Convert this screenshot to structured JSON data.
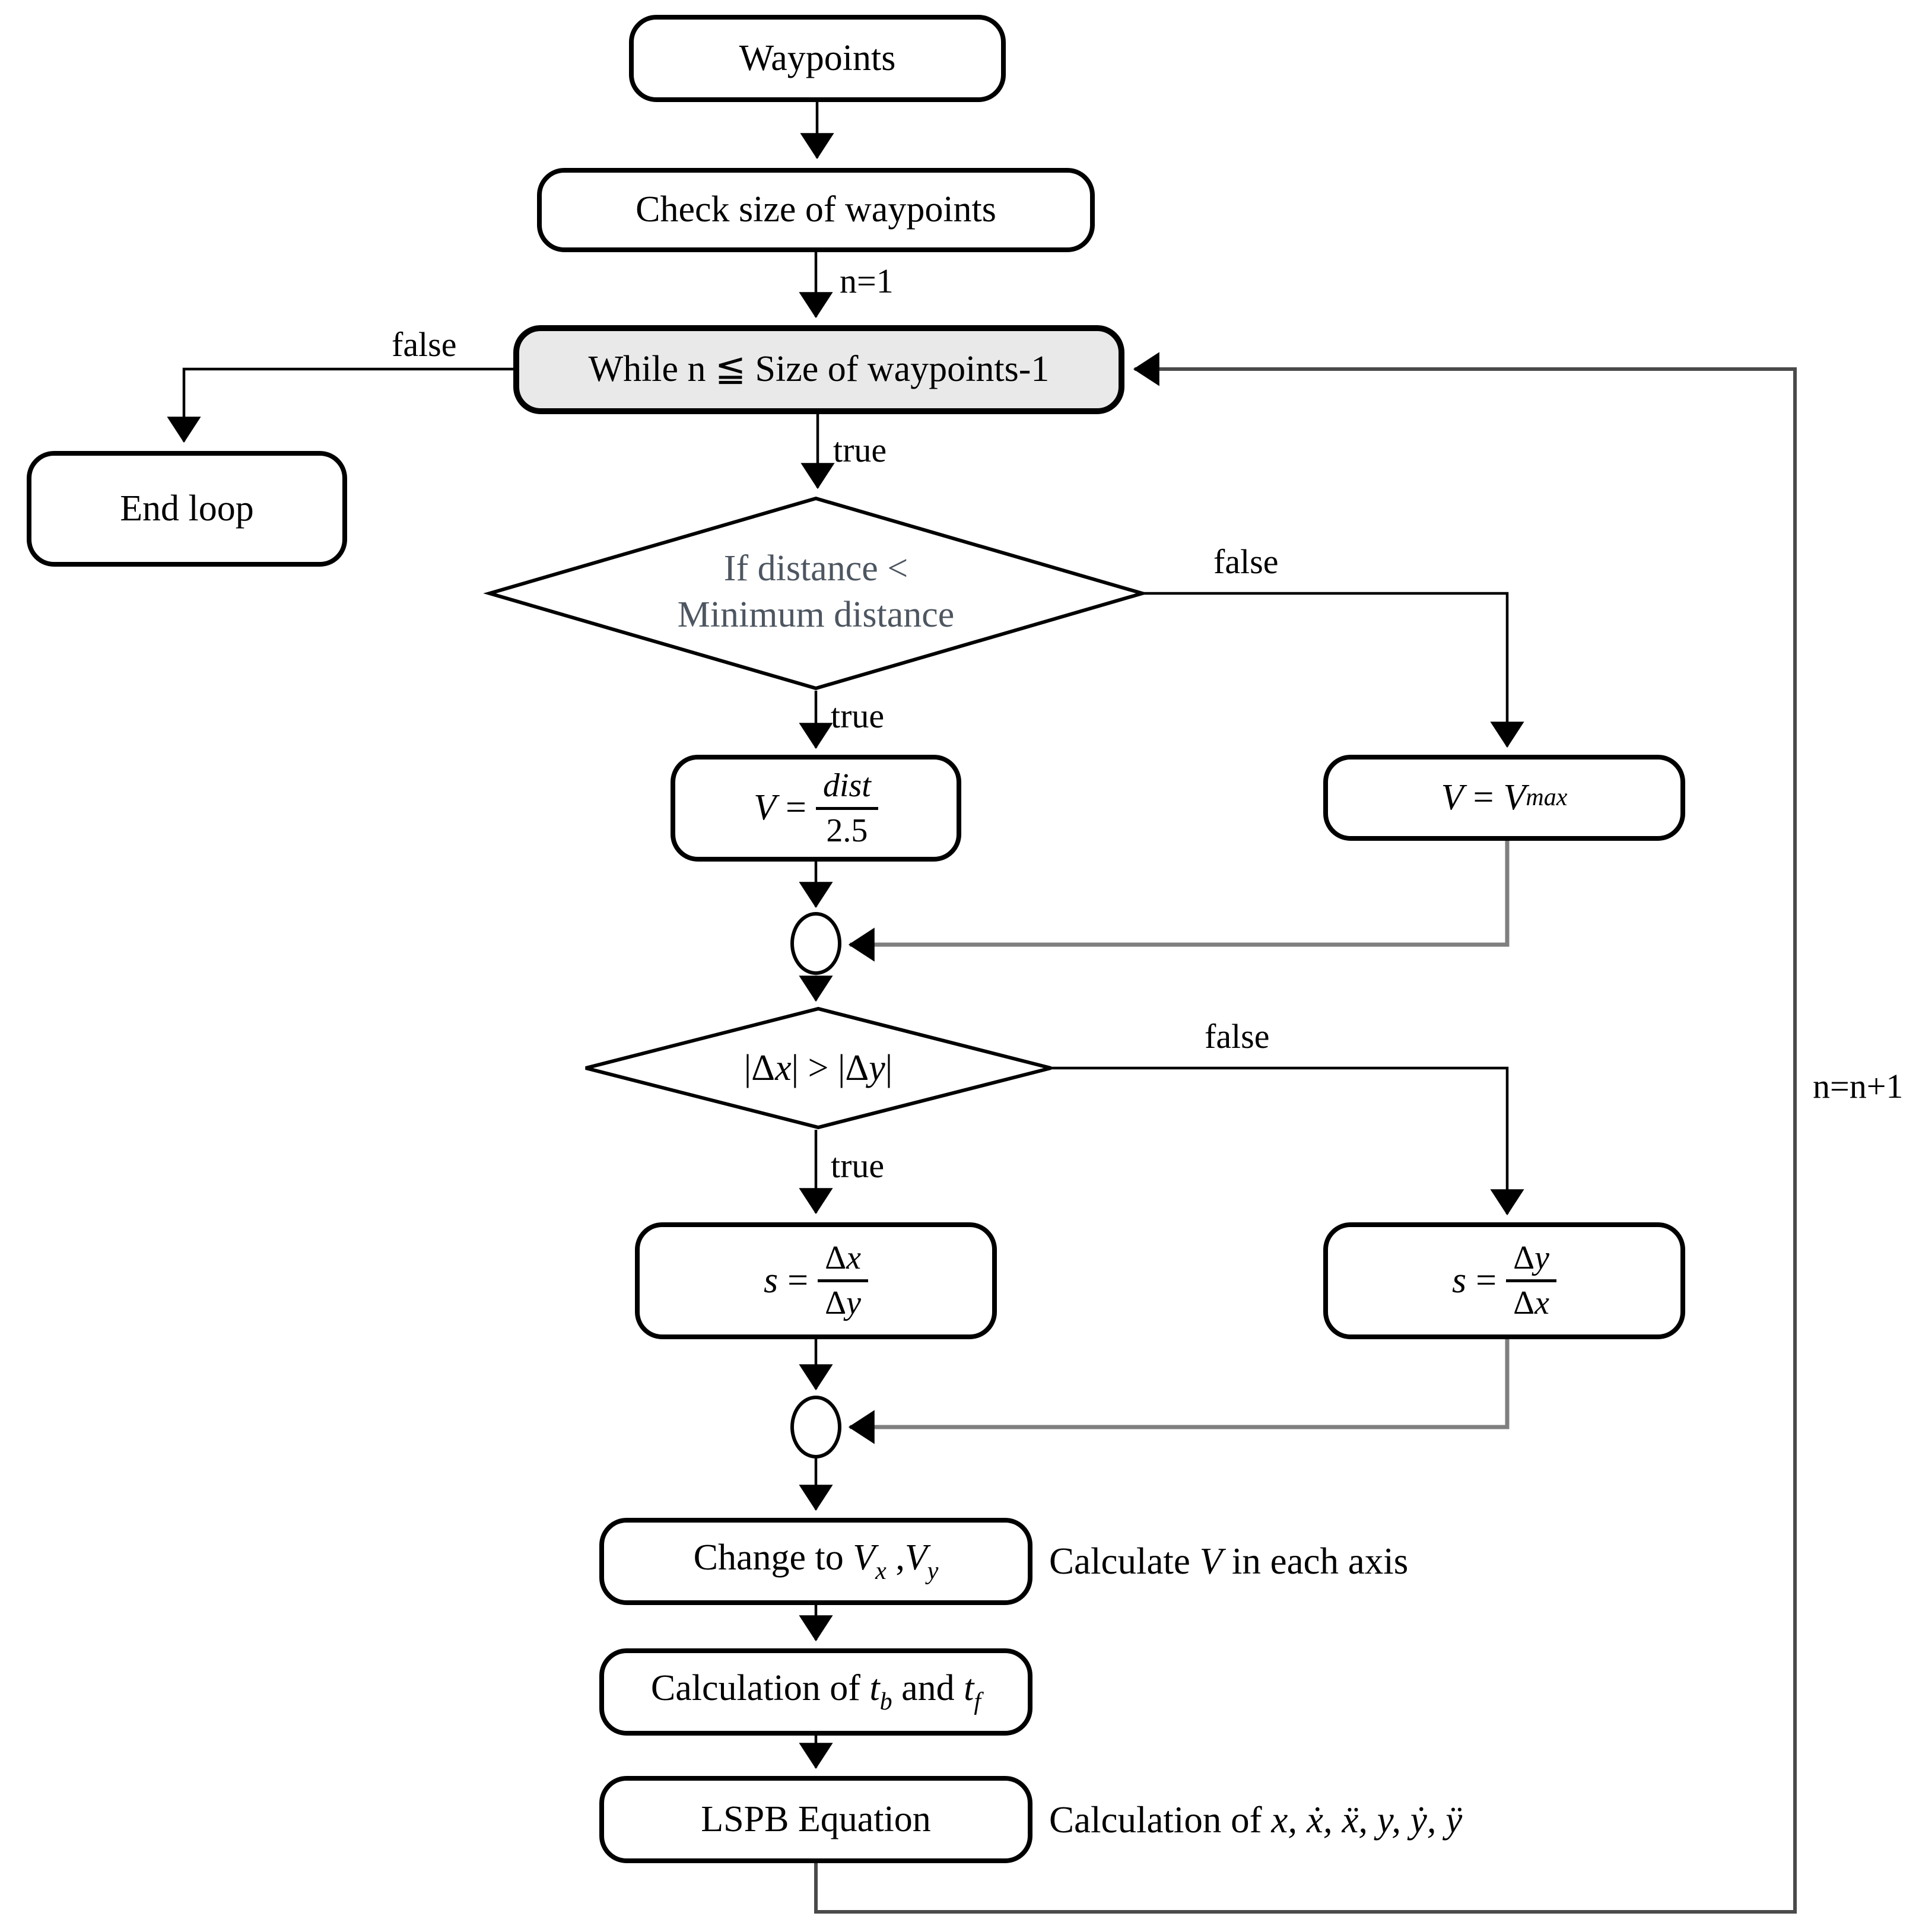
{
  "diagram": {
    "nodes": {
      "waypoints": {
        "label": "Waypoints"
      },
      "check_size": {
        "label": "Check size of waypoints"
      },
      "while_loop": {
        "label": "While n ≦ Size of waypoints-1"
      },
      "end_loop": {
        "label": "End loop"
      },
      "decision_distance": {
        "line1": "If distance <",
        "line2": "Minimum distance"
      },
      "v_dist": {
        "lhs": "V",
        "eq": "=",
        "num": "dist",
        "den": "2.5"
      },
      "v_max": {
        "lhs": "V",
        "eq": "=",
        "base": "V",
        "sub": "max"
      },
      "decision_delta": {
        "p1": "|Δ",
        "var1": "x",
        "p2": "| > |Δ",
        "var2": "y",
        "p3": "|"
      },
      "s_xy": {
        "lhs": "s",
        "eq": "=",
        "num_sym": "Δ",
        "num_var": "x",
        "den_sym": "Δ",
        "den_var": "y"
      },
      "s_yx": {
        "lhs": "s",
        "eq": "=",
        "num_sym": "Δ",
        "num_var": "y",
        "den_sym": "Δ",
        "den_var": "x"
      },
      "change_v": {
        "prefix": "Change to ",
        "var1": "V",
        "sub1": "x",
        "sep": " ,",
        "var2": "V",
        "sub2": "y"
      },
      "calc_t": {
        "prefix": "Calculation of ",
        "var1": "t",
        "sub1": "b",
        "mid": " and ",
        "var2": "t",
        "sub2": "f"
      },
      "lspb": {
        "label": "LSPB Equation"
      }
    },
    "edge_labels": {
      "n_init": "n=1",
      "while_false": "false",
      "while_true": "true",
      "dist_false": "false",
      "dist_true": "true",
      "delta_false": "false",
      "delta_true": "true",
      "n_increment": "n=n+1"
    },
    "annotations": {
      "axis": {
        "pre": "Calculate ",
        "var": "V",
        "post": " in each axis"
      },
      "deriv": {
        "pre": "Calculation of ",
        "vars": "x, ẋ, ẍ, y, ẏ, ÿ"
      }
    },
    "colors": {
      "while_fill": "#e9e9e9",
      "decision_text": "#4d5661",
      "line": "#000000",
      "merge_line": "#7f7f7f",
      "loop_line": "#4a4a4a"
    }
  }
}
